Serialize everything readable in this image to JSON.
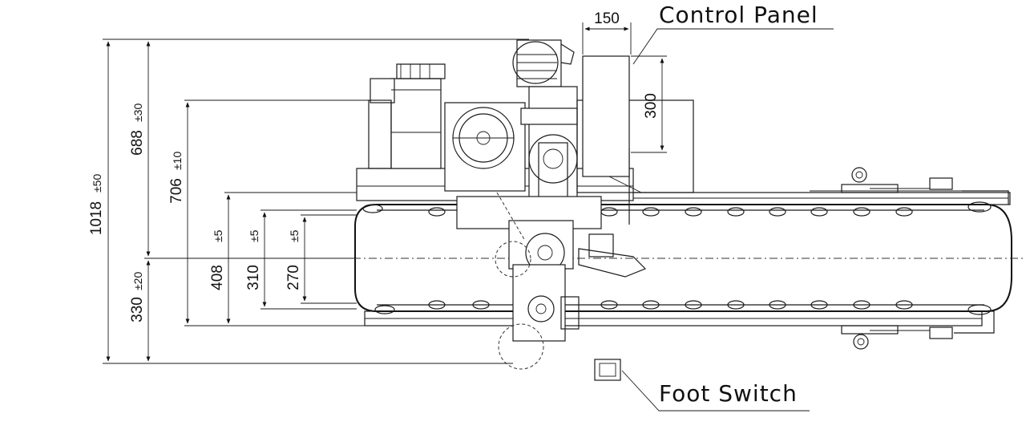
{
  "labels": {
    "control_panel": "Control Panel",
    "foot_switch": "Foot Switch"
  },
  "dimensions": {
    "d150": "150",
    "d300": "300",
    "d1018": "1018",
    "d1018_tol": "±50",
    "d688": "688",
    "d688_tol": "±30",
    "d706": "706",
    "d706_tol": "±10",
    "d408": "408",
    "d408_tol": "±5",
    "d310": "310",
    "d310_tol": "±5",
    "d270": "270",
    "d270_tol": "±5",
    "d330": "330",
    "d330_tol": "±20"
  }
}
